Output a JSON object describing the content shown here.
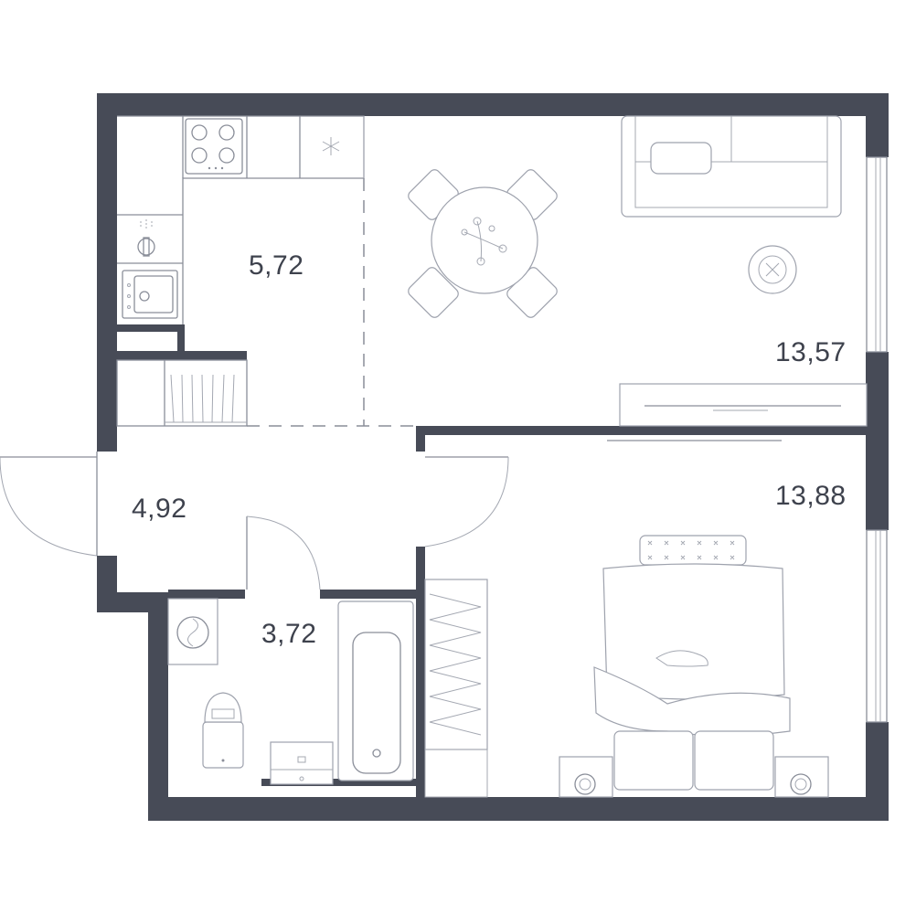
{
  "floor_plan": {
    "rooms": [
      {
        "id": "kitchen",
        "area": "5,72"
      },
      {
        "id": "living",
        "area": "13,57"
      },
      {
        "id": "bedroom",
        "area": "13,88"
      },
      {
        "id": "hall",
        "area": "4,92"
      },
      {
        "id": "bathroom",
        "area": "3,72"
      }
    ],
    "colors": {
      "wall": "#474b57",
      "line": "#8a8e99",
      "text": "#3e424d"
    }
  }
}
